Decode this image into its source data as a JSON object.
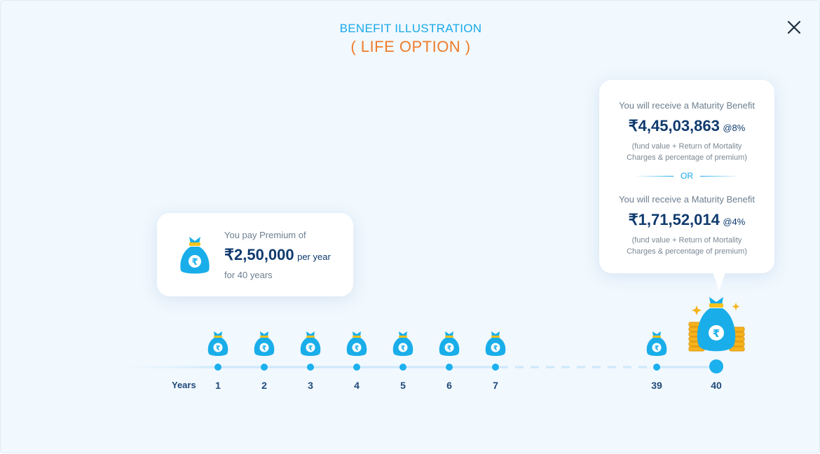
{
  "header": {
    "title": "BENEFIT ILLUSTRATION",
    "subtitle": "( LIFE OPTION )"
  },
  "close_icon": "close-icon",
  "premium": {
    "line1": "You pay Premium of",
    "amount": "₹2,50,000",
    "suffix": "per year",
    "duration": "for 40 years",
    "icon": "rupee-money-bag-icon"
  },
  "maturity": {
    "label1": "You will receive a Maturity Benefit",
    "amount1": "₹4,45,03,863",
    "rate1": "@8%",
    "note1_line1": "(fund value + Return of Mortality",
    "note1_line2": "Charges & percentage of premium)",
    "or": "OR",
    "label2": "You will receive a Maturity Benefit",
    "amount2": "₹1,71,52,014",
    "rate2": "@4%",
    "note2_line1": "(fund value + Return of Mortality",
    "note2_line2": "Charges & percentage of premium)"
  },
  "timeline": {
    "years_label": "Years",
    "years": [
      "1",
      "2",
      "3",
      "4",
      "5",
      "6",
      "7",
      "39",
      "40"
    ]
  },
  "colors": {
    "accent_blue": "#17a9e8",
    "orange": "#f07c2a",
    "navy": "#0f3a6e",
    "gold": "#f6b21b"
  }
}
